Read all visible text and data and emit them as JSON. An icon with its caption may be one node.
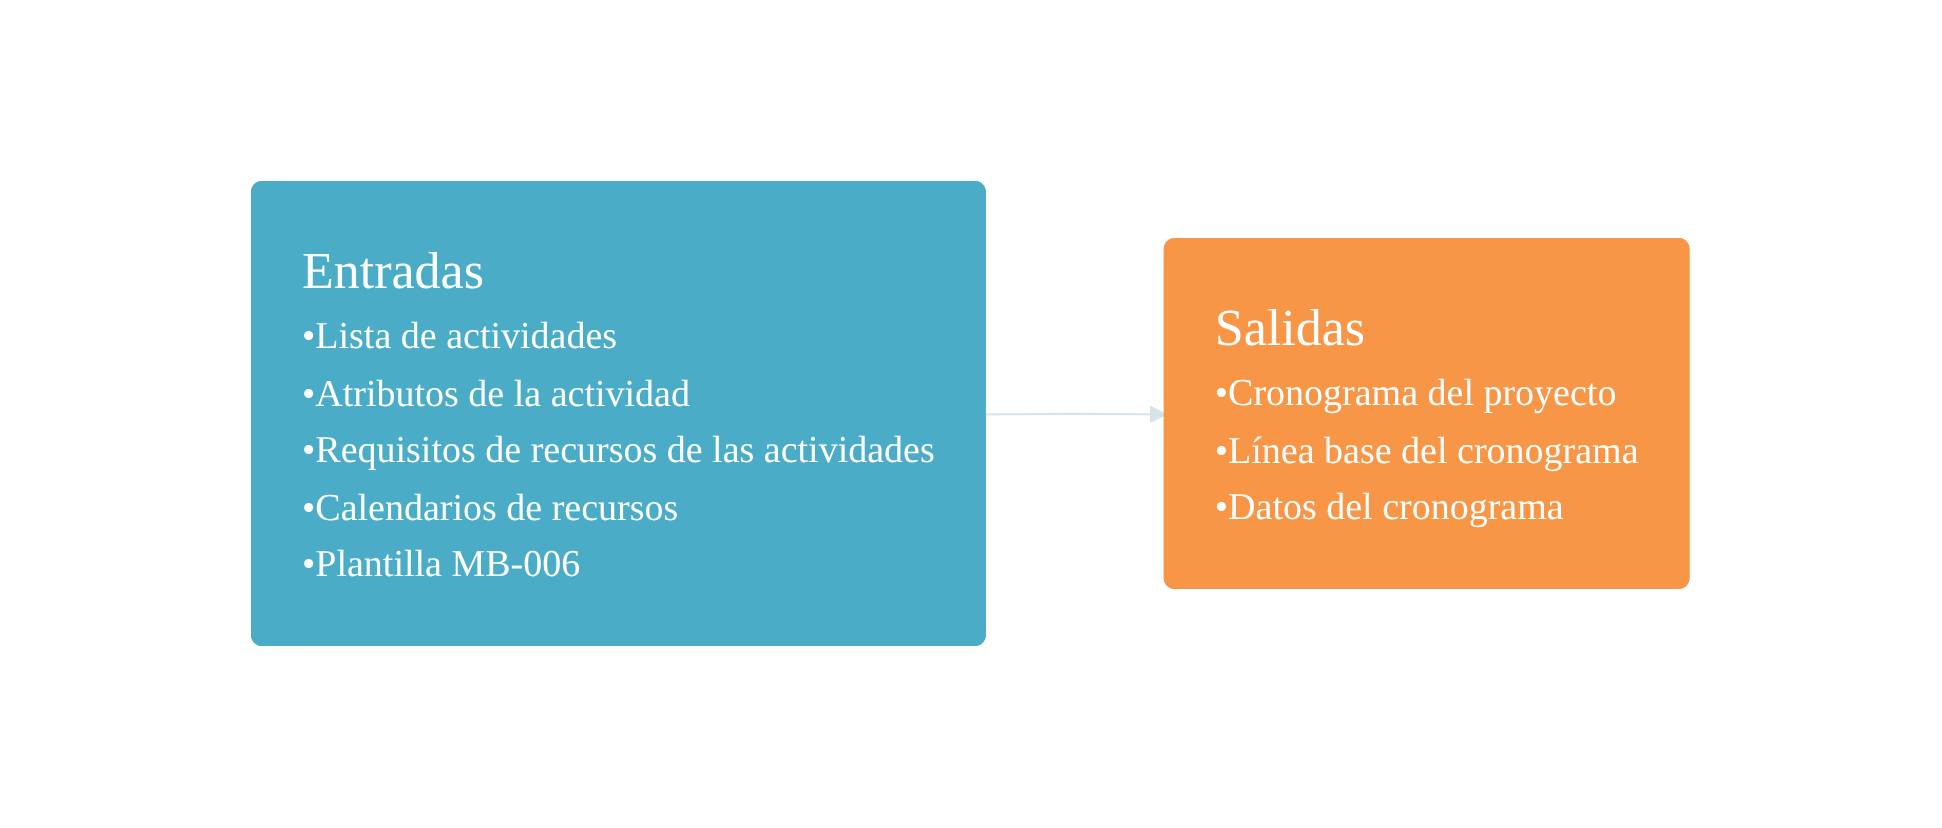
{
  "diagram": {
    "nodes": [
      {
        "text": [
          "Entradas",
          "•Lista de actividades",
          "•Atributos de la actividad",
          "•Requisitos de recursos de las actividades",
          "•Calendarios de recursos",
          "•Plantilla MB-006"
        ]
      },
      {
        "text": [
          "Salidas",
          "•Cronograma del proyecto",
          "•Línea base del cronograma",
          "•Datos del cronograma"
        ]
      }
    ],
    "edges": [
      {
        "from": 0,
        "to": 1,
        "arrow": "to",
        "color": "#d3e4ea"
      }
    ]
  }
}
